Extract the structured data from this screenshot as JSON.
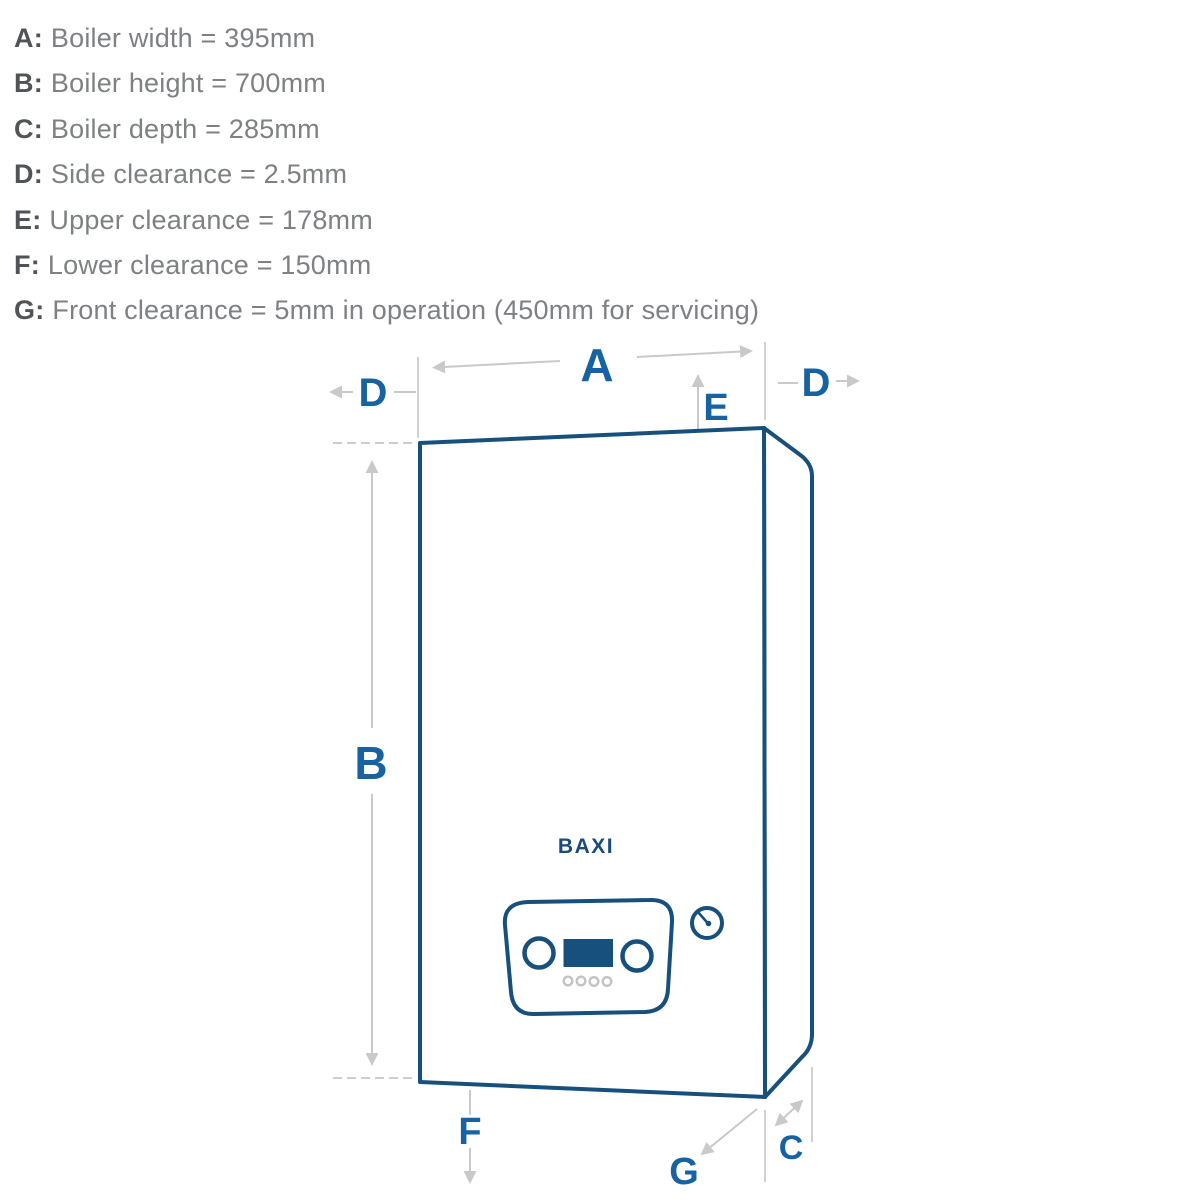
{
  "legend": {
    "items": [
      {
        "key": "A:",
        "text": "Boiler width = 395mm"
      },
      {
        "key": "B:",
        "text": "Boiler height = 700mm"
      },
      {
        "key": "C:",
        "text": "Boiler depth = 285mm"
      },
      {
        "key": "D:",
        "text": "Side clearance = 2.5mm"
      },
      {
        "key": "E:",
        "text": "Upper clearance = 178mm"
      },
      {
        "key": "F:",
        "text": "Lower clearance = 150mm"
      },
      {
        "key": "G:",
        "text": "Front clearance = 5mm in operation (450mm for servicing)"
      }
    ]
  },
  "diagram": {
    "brand": "BAXI",
    "labels": {
      "width": "A",
      "height": "B",
      "depth": "C",
      "side_left": "D",
      "side_right": "D",
      "upper": "E",
      "lower": "F",
      "front": "G"
    },
    "colors": {
      "boiler_outline": "#17507C",
      "dimension_label": "#1762A0",
      "dimension_line": "#C9C9C9",
      "panel_dot": "#C3C3C3",
      "legend_key": "#525356",
      "legend_text": "#7E8083"
    }
  }
}
